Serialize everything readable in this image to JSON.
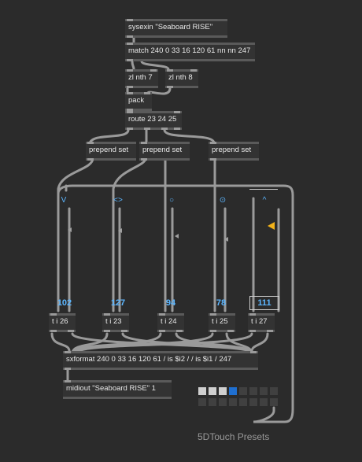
{
  "objects": {
    "sysexin": "sysexin \"Seaboard RISE\"",
    "match": "match 240 0 33 16 120 61 nn nn 247",
    "zlnth7": "zl nth 7",
    "zlnth8": "zl nth 8",
    "pack": "pack",
    "route": "route 23 24 25",
    "prepend1": "prepend set",
    "prepend2": "prepend set",
    "prepend3": "prepend set",
    "t1": "t i 26",
    "t2": "t i 23",
    "t3": "t i 24",
    "t4": "t i 25",
    "t5": "t i 27",
    "sxformat": "sxformat 240 0 33 16 120 61 / is $i2 / / is $i1 / 247",
    "midiout": "midiout \"Seaboard RISE\" 1"
  },
  "tabs": [
    "V",
    "<>",
    "○",
    "⊙",
    "^"
  ],
  "values": [
    "102",
    "127",
    "94",
    "78",
    "111"
  ],
  "slider_levels": [
    0.77,
    0.76,
    0.7,
    0.66,
    0.82
  ],
  "presets": {
    "label": "5DTouch Presets",
    "active_index": 3,
    "colors": {
      "filled": "#cfcfcf",
      "active": "#1f6fd0",
      "empty": "#404040"
    }
  },
  "colors": {
    "accent": "#5cb6ff",
    "highlight": "#f2b21a",
    "patchcord": "#9a9a9a"
  }
}
